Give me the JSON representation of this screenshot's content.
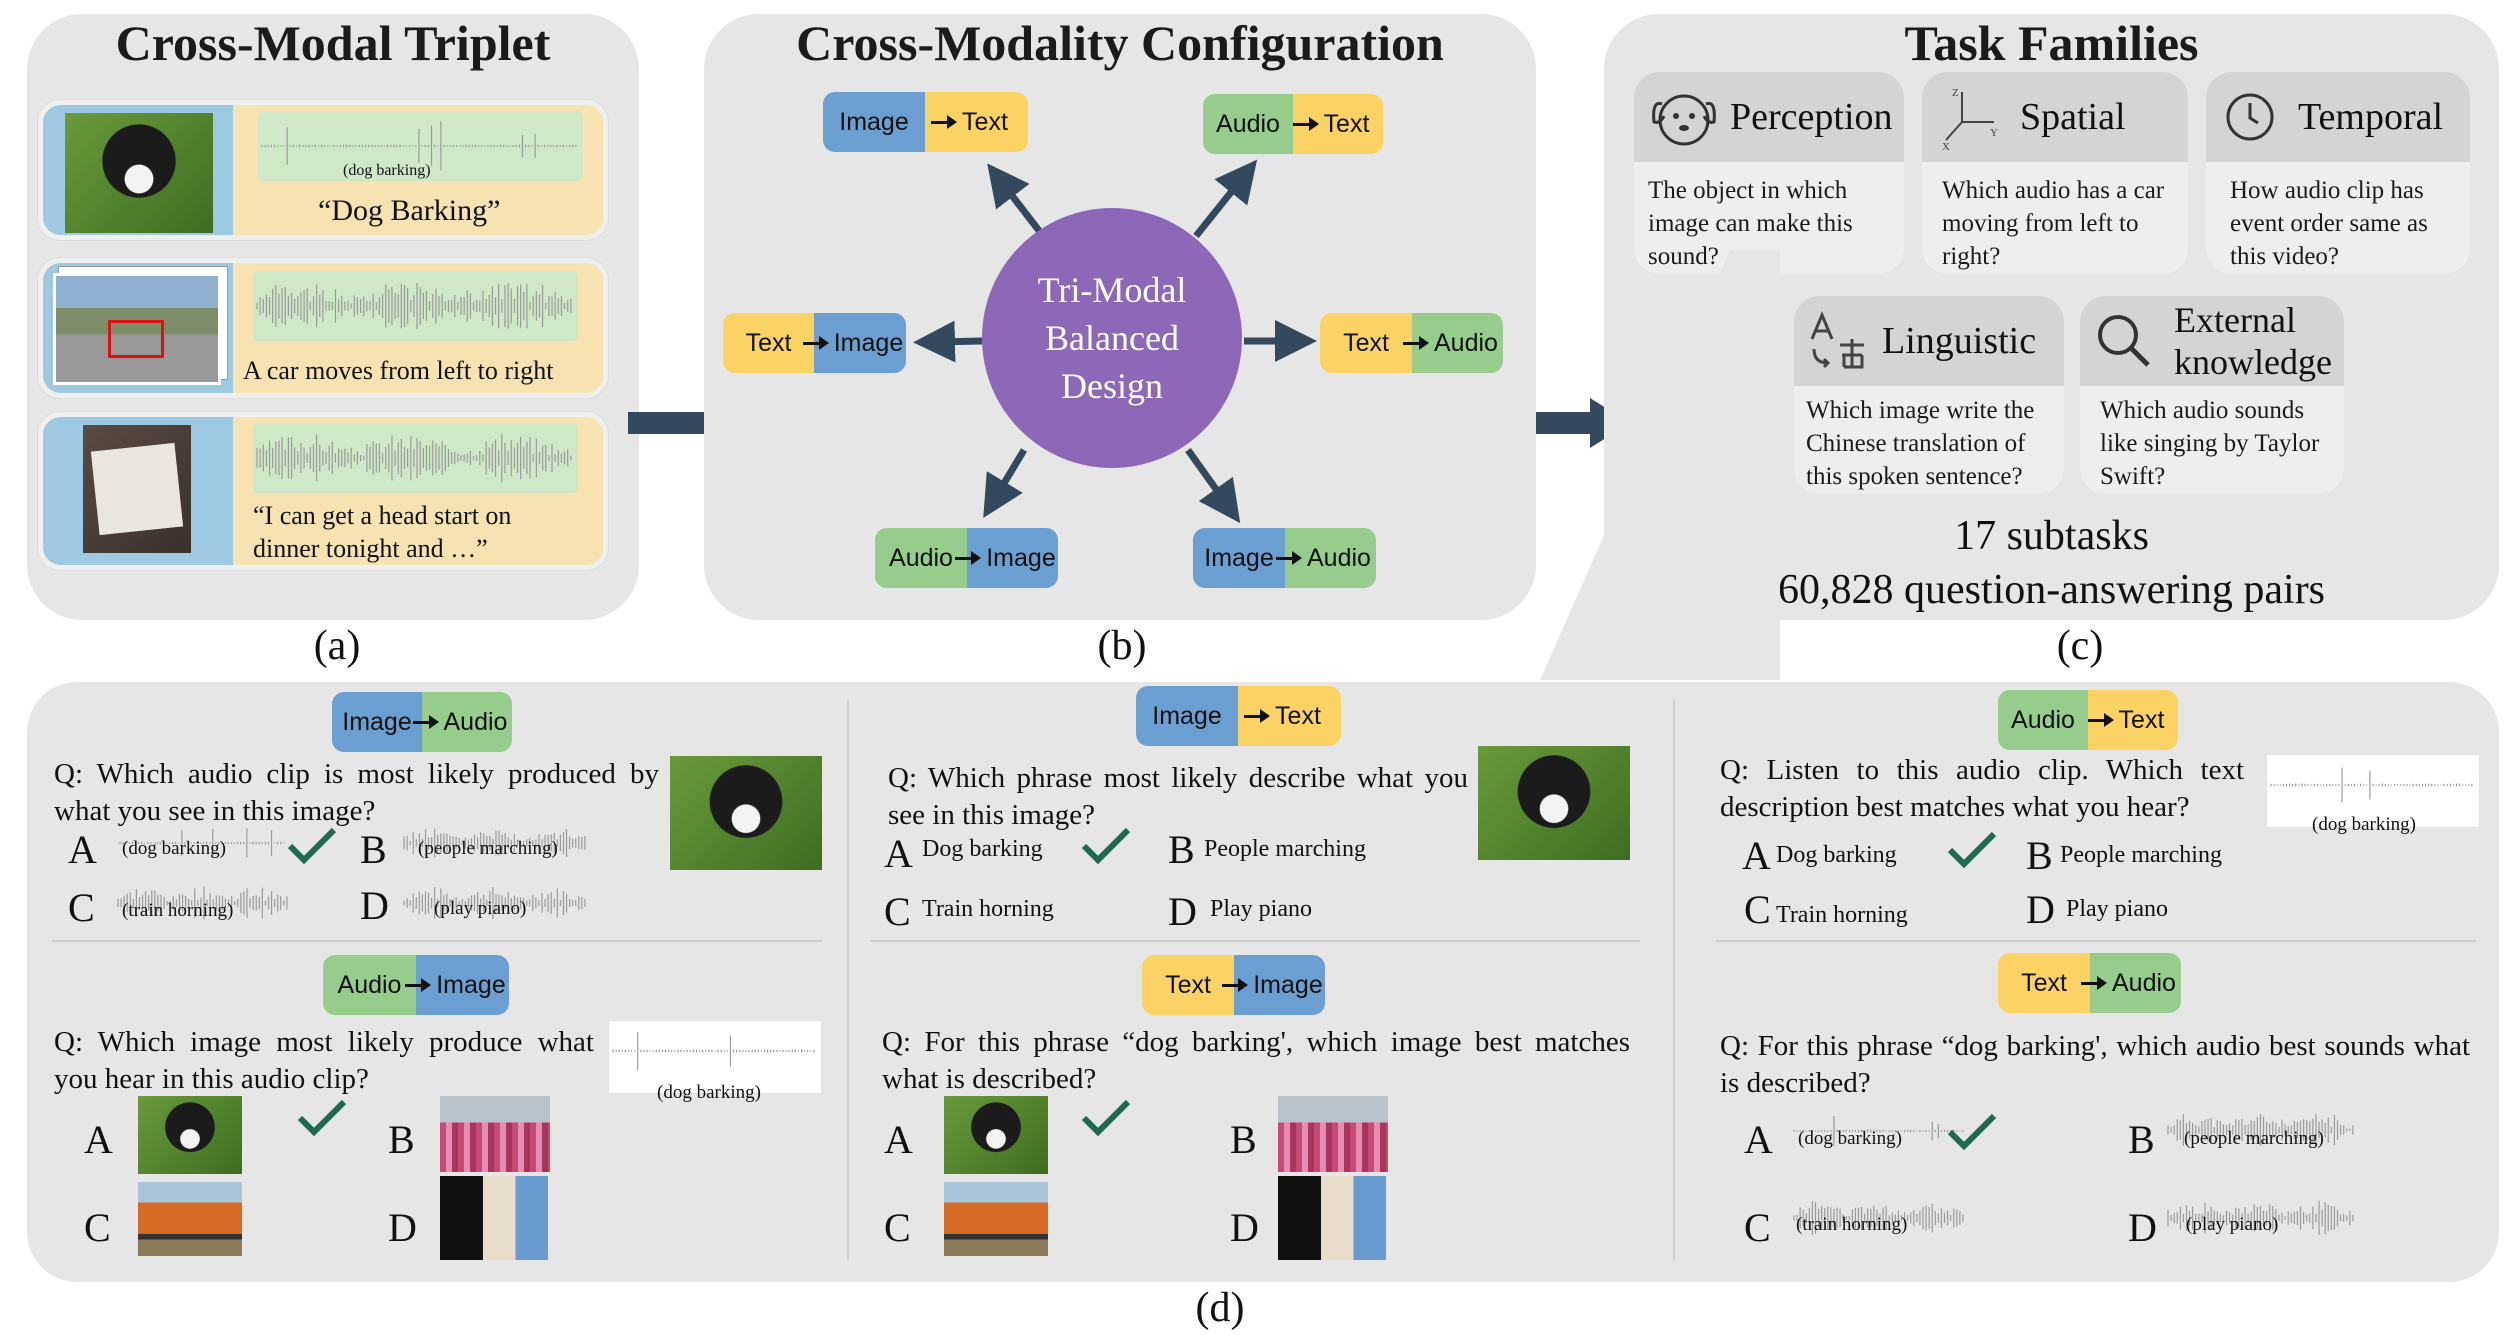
{
  "panel_a": {
    "title": "Cross-Modal Triplet",
    "caption": "(a)",
    "triplets": [
      {
        "text": "“Dog Barking”",
        "audio_label": "(dog barking)"
      },
      {
        "text": "A car moves from left to right"
      },
      {
        "text": "“I can get a head start on dinner tonight and …”"
      }
    ]
  },
  "panel_b": {
    "title": "Cross-Modality Configuration",
    "caption": "(b)",
    "center": [
      "Tri-Modal",
      "Balanced",
      "Design"
    ],
    "pairs": [
      {
        "from": "Image",
        "to": "Text"
      },
      {
        "from": "Audio",
        "to": "Text"
      },
      {
        "from": "Text",
        "to": "Image"
      },
      {
        "from": "Text",
        "to": "Audio"
      },
      {
        "from": "Audio",
        "to": "Image"
      },
      {
        "from": "Image",
        "to": "Audio"
      }
    ]
  },
  "panel_c": {
    "title": "Task Families",
    "caption": "(c)",
    "families": [
      {
        "name": "Perception",
        "icon": "dog-icon",
        "desc": "The object in which image can make this sound?"
      },
      {
        "name": "Spatial",
        "icon": "axes-icon",
        "desc": "Which audio has a car moving from left to right?"
      },
      {
        "name": "Temporal",
        "icon": "clock-icon",
        "desc": "How audio clip has event order same as this video?"
      },
      {
        "name": "Linguistic",
        "icon": "translate-icon",
        "desc": "Which image write the Chinese translation of this spoken sentence?"
      },
      {
        "name": "External knowledge",
        "name_lines": [
          "External",
          "knowledge"
        ],
        "icon": "search-icon",
        "desc": "Which audio sounds like singing by Taylor Swift?"
      }
    ],
    "stats": [
      "17 subtasks",
      "60,828 question-answering pairs"
    ]
  },
  "panel_d": {
    "caption": "(d)",
    "examples": [
      {
        "from": "Image",
        "to": "Audio",
        "question": "Q: Which audio clip is most likely produced by what you see in this image?",
        "options": [
          {
            "letter": "A",
            "label": "(dog barking)"
          },
          {
            "letter": "B",
            "label": "(people marching)"
          },
          {
            "letter": "C",
            "label": "(train horning)"
          },
          {
            "letter": "D",
            "label": "(play piano)"
          }
        ],
        "answer": "A"
      },
      {
        "from": "Image",
        "to": "Text",
        "question": "Q: Which phrase most likely describe what you see in this image?",
        "options": [
          {
            "letter": "A",
            "label": "Dog barking"
          },
          {
            "letter": "B",
            "label": "People marching"
          },
          {
            "letter": "C",
            "label": "Train horning"
          },
          {
            "letter": "D",
            "label": "Play piano"
          }
        ],
        "answer": "A"
      },
      {
        "from": "Audio",
        "to": "Text",
        "question": "Q: Listen to this audio clip. Which text description best matches what you hear?",
        "audio_label": "(dog barking)",
        "options": [
          {
            "letter": "A",
            "label": "Dog barking"
          },
          {
            "letter": "B",
            "label": "People marching"
          },
          {
            "letter": "C",
            "label": "Train horning"
          },
          {
            "letter": "D",
            "label": "Play piano"
          }
        ],
        "answer": "A"
      },
      {
        "from": "Audio",
        "to": "Image",
        "question": "Q: Which image most likely produce what you hear in this audio clip?",
        "audio_label": "(dog barking)",
        "options": [
          {
            "letter": "A"
          },
          {
            "letter": "B"
          },
          {
            "letter": "C"
          },
          {
            "letter": "D"
          }
        ],
        "answer": "A"
      },
      {
        "from": "Text",
        "to": "Image",
        "question": "Q: For this phrase “dog barking', which image best matches what is described?",
        "options": [
          {
            "letter": "A"
          },
          {
            "letter": "B"
          },
          {
            "letter": "C"
          },
          {
            "letter": "D"
          }
        ],
        "answer": "A"
      },
      {
        "from": "Text",
        "to": "Audio",
        "question": "Q: For this phrase “dog barking', which audio best sounds what is described?",
        "options": [
          {
            "letter": "A",
            "label": "(dog barking)"
          },
          {
            "letter": "B",
            "label": "(people marching)"
          },
          {
            "letter": "C",
            "label": "(train horning)"
          },
          {
            "letter": "D",
            "label": "(play piano)"
          }
        ],
        "answer": "A"
      }
    ]
  },
  "colors": {
    "image": "#6c9fd1",
    "text": "#fbd364",
    "audio": "#96cc8c",
    "center": "#8d68b8",
    "arrow": "#34495e",
    "check": "#1f6b4f"
  }
}
